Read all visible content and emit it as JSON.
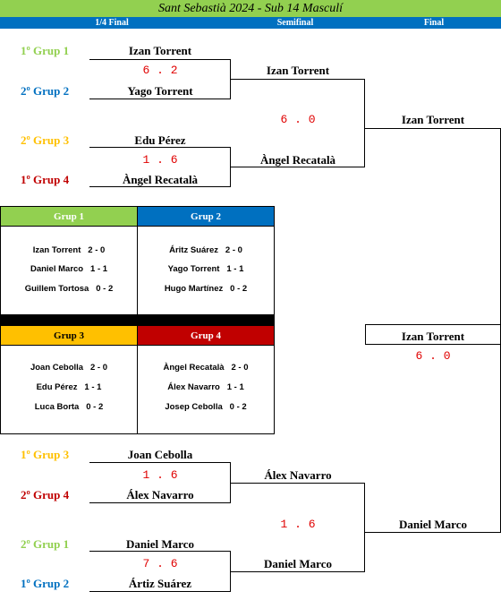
{
  "title": "Sant Sebastià 2024 - Sub 14 Masculí",
  "headers": {
    "quarter": "1/4 Final",
    "semi": "Semifinal",
    "final": "Final"
  },
  "colors": {
    "green": "#92d050",
    "blue": "#0070c0",
    "orange": "#ffc000",
    "red": "#c00000"
  },
  "top": {
    "qf1": {
      "seed1": "1º Grup 1",
      "seed2": "2º Grup 2",
      "p1": "Izan Torrent",
      "p2": "Yago Torrent",
      "score": "6 . 2"
    },
    "qf2": {
      "seed1": "2º Grup 3",
      "seed2": "1º Grup 4",
      "p1": "Edu Pérez",
      "p2": "Àngel Recatalà",
      "score": "1 . 6"
    },
    "sf": {
      "p1": "Izan Torrent",
      "p2": "Àngel Recatalà",
      "score": "6 . 0"
    },
    "winner": "Izan Torrent"
  },
  "groups": [
    {
      "name": "Grup 1",
      "rows": [
        "Izan Torrent   2 - 0",
        "Daniel Marco   1 - 1",
        "Guillem Tortosa   0 - 2"
      ]
    },
    {
      "name": "Grup 2",
      "rows": [
        "Áritz Suárez   2 - 0",
        "Yago Torrent   1 - 1",
        "Hugo Martínez   0 - 2"
      ]
    },
    {
      "name": "Grup 3",
      "rows": [
        "Joan Cebolla   2 - 0",
        "Edu Pérez   1 - 1",
        "Luca Borta   0 - 2"
      ]
    },
    {
      "name": "Grup 4",
      "rows": [
        "Àngel Recatalà   2 - 0",
        "Álex Navarro   1 - 1",
        "Josep Cebolla   0 - 2"
      ]
    }
  ],
  "final": {
    "winner": "Izan Torrent",
    "score": "6 . 0"
  },
  "bottom": {
    "qf1": {
      "seed1": "1º Grup 3",
      "seed2": "2º Grup 4",
      "p1": "Joan Cebolla",
      "p2": "Álex Navarro",
      "score": "1 . 6"
    },
    "qf2": {
      "seed1": "2º Grup 1",
      "seed2": "1º Grup 2",
      "p1": "Daniel Marco",
      "p2": "Ártiz Suárez",
      "score": "7 . 6"
    },
    "sf": {
      "p1": "Álex Navarro",
      "p2": "Daniel Marco",
      "score": "1 . 6"
    },
    "winner": "Daniel Marco"
  }
}
